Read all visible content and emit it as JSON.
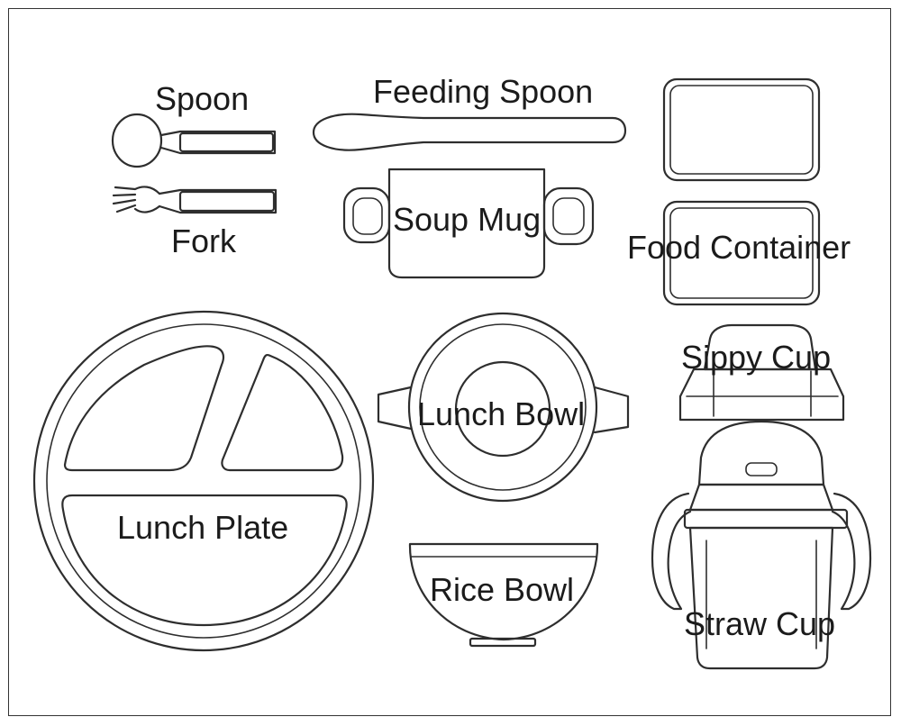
{
  "labels": {
    "spoon": "Spoon",
    "feeding_spoon": "Feeding Spoon",
    "fork": "Fork",
    "soup_mug": "Soup Mug",
    "food_container": "Food Container",
    "sippy_cup": "Sippy Cup",
    "lunch_bowl": "Lunch Bowl",
    "lunch_plate": "Lunch Plate",
    "rice_bowl": "Rice Bowl",
    "straw_cup": "Straw Cup"
  }
}
